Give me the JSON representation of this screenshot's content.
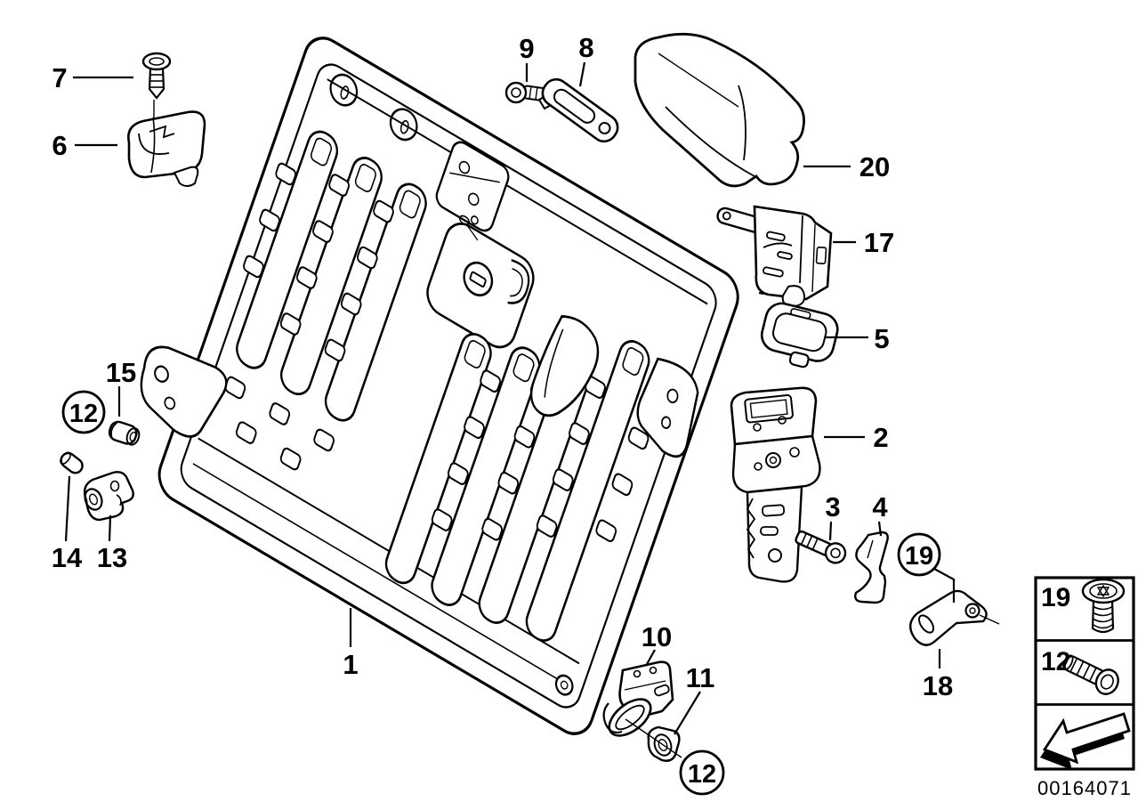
{
  "figure": {
    "type": "exploded-parts-diagram",
    "background_color": "#ffffff",
    "line_color": "#000000"
  },
  "callouts": [
    {
      "label": "1",
      "circled": false
    },
    {
      "label": "2",
      "circled": false
    },
    {
      "label": "3",
      "circled": false
    },
    {
      "label": "4",
      "circled": false
    },
    {
      "label": "5",
      "circled": false
    },
    {
      "label": "6",
      "circled": false
    },
    {
      "label": "7",
      "circled": false
    },
    {
      "label": "8",
      "circled": false
    },
    {
      "label": "9",
      "circled": false
    },
    {
      "label": "10",
      "circled": false
    },
    {
      "label": "11",
      "circled": false
    },
    {
      "label": "12",
      "circled": true
    },
    {
      "label": "12",
      "circled": true
    },
    {
      "label": "13",
      "circled": false
    },
    {
      "label": "14",
      "circled": false
    },
    {
      "label": "15",
      "circled": false
    },
    {
      "label": "17",
      "circled": false
    },
    {
      "label": "18",
      "circled": false
    },
    {
      "label": "19",
      "circled": true
    },
    {
      "label": "20",
      "circled": false
    }
  ],
  "legend": {
    "rows": [
      {
        "label": "19",
        "icon": "torx-screw-icon"
      },
      {
        "label": "12",
        "icon": "socket-bolt-icon"
      },
      {
        "label": "",
        "icon": "direction-arrow-icon"
      }
    ],
    "diagram_id": "00164071"
  }
}
